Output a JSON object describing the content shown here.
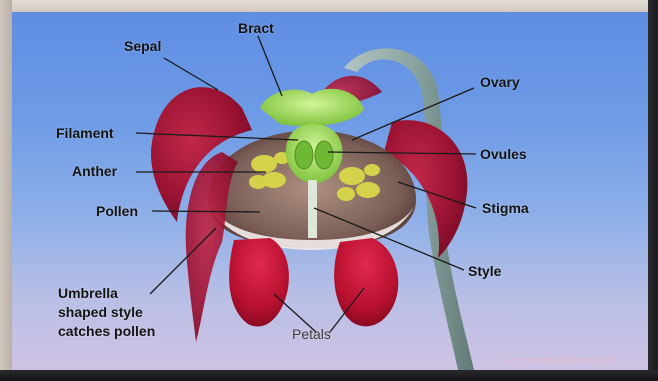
{
  "labels": {
    "sepal": "Sepal",
    "bract": "Bract",
    "ovary": "Ovary",
    "filament": "Filament",
    "ovules": "Ovules",
    "anther": "Anther",
    "stigma": "Stigma",
    "pollen": "Pollen",
    "style": "Style",
    "umbrella_line1": "Umbrella",
    "umbrella_line2": "shaped style",
    "umbrella_line3": "catches pollen",
    "petals": "Petals"
  },
  "credit": "carnivorousplantresource.com",
  "colors": {
    "background_top": "#5f8de2",
    "background_bottom": "#cfc3e3",
    "petal": "#c0143c",
    "sepal": "#b82040",
    "bract": "#a8e05a",
    "stem": "#8fa4a0",
    "label_text": "#141414",
    "leader_line": "#1a1a1a"
  }
}
